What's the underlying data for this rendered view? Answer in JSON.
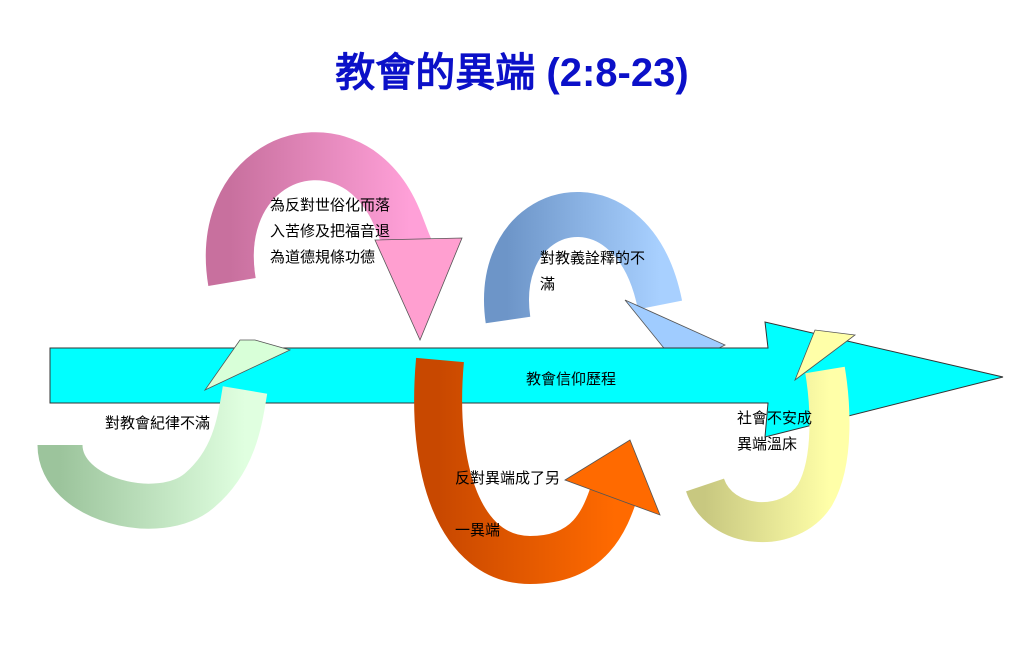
{
  "title": "教會的異端 (2:8-23)",
  "main_arrow": {
    "label": "教會信仰歷程",
    "color": "#00ffff"
  },
  "arrows": [
    {
      "id": "discipline",
      "lines": [
        "對教會紀律不滿"
      ],
      "color": "#c6f0c6"
    },
    {
      "id": "secularism",
      "lines": [
        "為反對世俗化而落",
        "入苦修及把福音退",
        "為道德規條功德"
      ],
      "color": "#e58fc0"
    },
    {
      "id": "doctrine",
      "lines": [
        "對教義詮釋的不",
        "滿"
      ],
      "color": "#8fb8e8"
    },
    {
      "id": "heresy",
      "lines": [
        "反對異端成了另",
        "一異端"
      ],
      "color": "#e85a00"
    },
    {
      "id": "society",
      "lines": [
        "社會不安成",
        "異端溫床"
      ],
      "color": "#f0f0a0"
    }
  ]
}
